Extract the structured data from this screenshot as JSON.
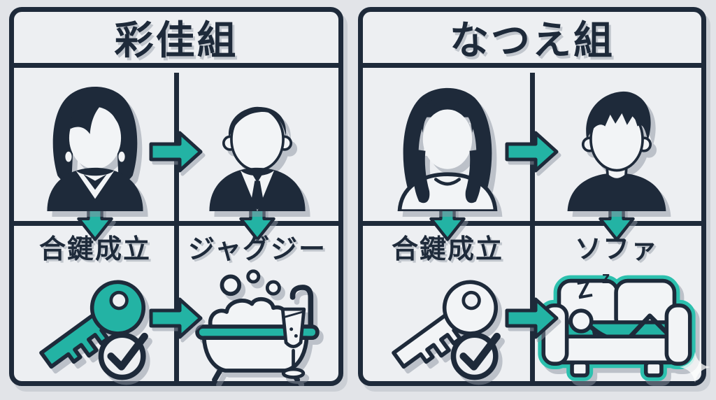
{
  "meta": {
    "type": "comparison-infographic",
    "columns": 2
  },
  "colors": {
    "ink": "#1e2a3a",
    "teal": "#23b3a4",
    "panel_background": "#edeff2",
    "page_background": "#e2e4e8",
    "icon_fill": "#f2f4f6",
    "sofa_glow": "#2cc0ae"
  },
  "panels": [
    {
      "title": "彩佳組",
      "top_left": {
        "icon": "businesswoman-avatar"
      },
      "top_right": {
        "icon": "businessman-avatar"
      },
      "bottom_left": {
        "label": "合鍵成立",
        "icon": "key-with-checkmark",
        "key_color": "#23b3a4"
      },
      "bottom_right": {
        "label": "ジャグジー",
        "icon": "jacuzzi-bathtub-with-champagne"
      }
    },
    {
      "title": "なつえ組",
      "top_left": {
        "icon": "casual-woman-avatar"
      },
      "top_right": {
        "icon": "casual-man-avatar"
      },
      "bottom_left": {
        "label": "合鍵成立",
        "icon": "key-with-checkmark",
        "key_color": "#f2f4f6"
      },
      "bottom_right": {
        "label": "ソファ",
        "icon": "sofa-with-sleeping-person"
      }
    }
  ],
  "sofa": {
    "z_big": "Z",
    "z_small": "z"
  }
}
